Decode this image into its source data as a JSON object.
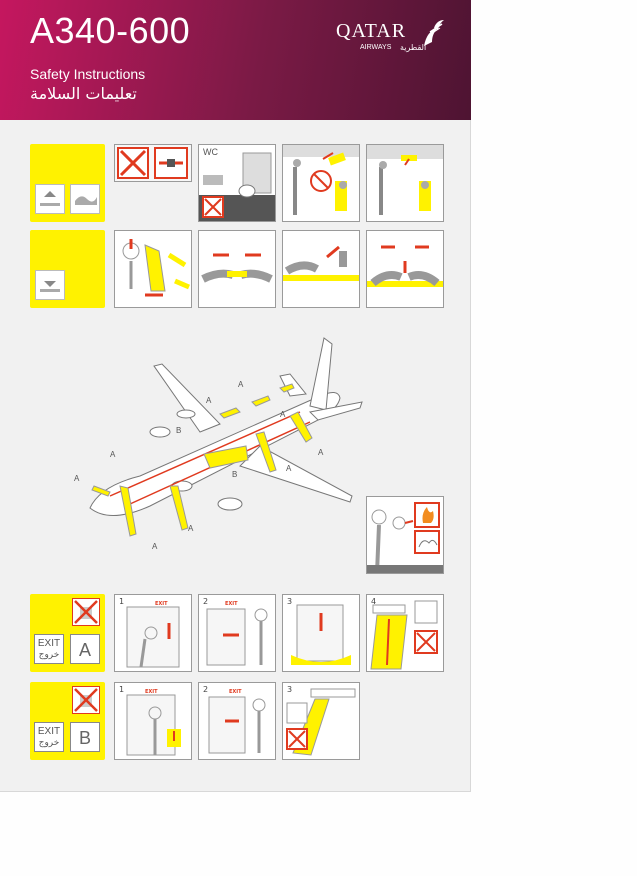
{
  "header": {
    "title": "A340-600",
    "subtitle_en": "Safety Instructions",
    "subtitle_ar": "تعليمات السلامة"
  },
  "logo": {
    "name": "QATAR",
    "sub": "AIRWAYS",
    "ar": "القطرية"
  },
  "colors": {
    "brand": "#7a1a45",
    "safety_yellow": "#fff200",
    "warning_red": "#e03a1f"
  },
  "row1_panels": {
    "wc_label": "WC"
  },
  "plane": {
    "exit_letters": [
      "A",
      "A",
      "A",
      "A",
      "A",
      "A",
      "A",
      "A",
      "B",
      "B"
    ]
  },
  "evac_a": {
    "exit_text": "EXIT",
    "exit_ar": "خروج",
    "letter": "A",
    "steps": [
      "1",
      "2",
      "3",
      "4"
    ],
    "exit_sign": "EXIT"
  },
  "evac_b": {
    "exit_text": "EXIT",
    "exit_ar": "خروج",
    "letter": "B",
    "steps": [
      "1",
      "2",
      "3"
    ],
    "exit_sign": "EXIT"
  }
}
